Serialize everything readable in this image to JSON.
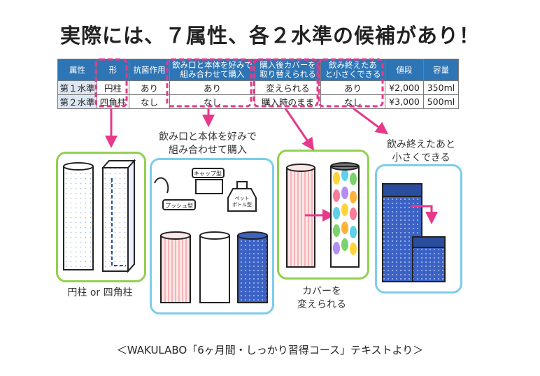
{
  "title": "実際には、７属性、各２水準の候補があり！",
  "table": {
    "headers": [
      "属性",
      "形",
      "抗菌作用",
      "飲み口と本体を好みで組み合わせて購入",
      "購入後カバーを取り替えられる",
      "飲み終えたあと小さくできる",
      "値段",
      "容量"
    ],
    "rows": [
      [
        "第１水準",
        "円柱",
        "あり",
        "あり",
        "変えられる",
        "あり",
        "¥2,000",
        "350ml"
      ],
      [
        "第２水準",
        "四角柱",
        "なし",
        "なし",
        "購入時のまま",
        "なし",
        "¥3,000",
        "500ml"
      ]
    ]
  },
  "labels": {
    "combo_caption": "飲み口と本体を好みで\n組み合わせて購入",
    "shrink_caption": "飲み終えたあと\n小さくできる",
    "shape_caption": "円柱 or 四角柱",
    "cover_caption": "カバーを\n変えられる",
    "cap_parts": [
      "キャップ型",
      "プッシュ型",
      "ペットボトル型"
    ]
  },
  "footer": "＜WAKULABO「6ヶ月間・しっかり習得コース」テキストより＞",
  "colors": {
    "highlight": "#e8388a",
    "header_blue": "#2e75b6",
    "green_frame": "#92d050",
    "blue_frame": "#7ccdea",
    "bottle_blue": "#3b62c4",
    "bottle_navy": "#2b4da0"
  }
}
